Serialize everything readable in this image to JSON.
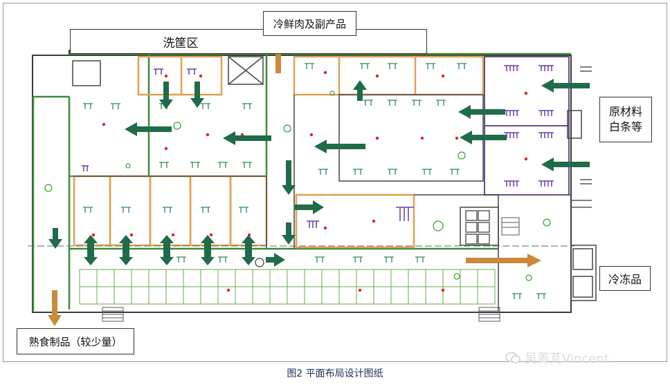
{
  "labels": {
    "washing_area": "洗筐区",
    "fresh_meat": "冷鲜肉及副产品",
    "raw_materials_line1": "原材料",
    "raw_materials_line2": "白条等",
    "frozen": "冷冻品",
    "cooked": "熟食制品（较少量）"
  },
  "caption": "图2  平面布局设计图纸",
  "watermark": "吴菁芃Vincent",
  "colors": {
    "arrow_green": "#1f6b4a",
    "arrow_orange": "#c98a3a",
    "wall_orange": "#e0a050",
    "wall_green": "#3a8a3a",
    "wall_purple": "#6a4c8c",
    "grid_green": "#6aa84f"
  }
}
